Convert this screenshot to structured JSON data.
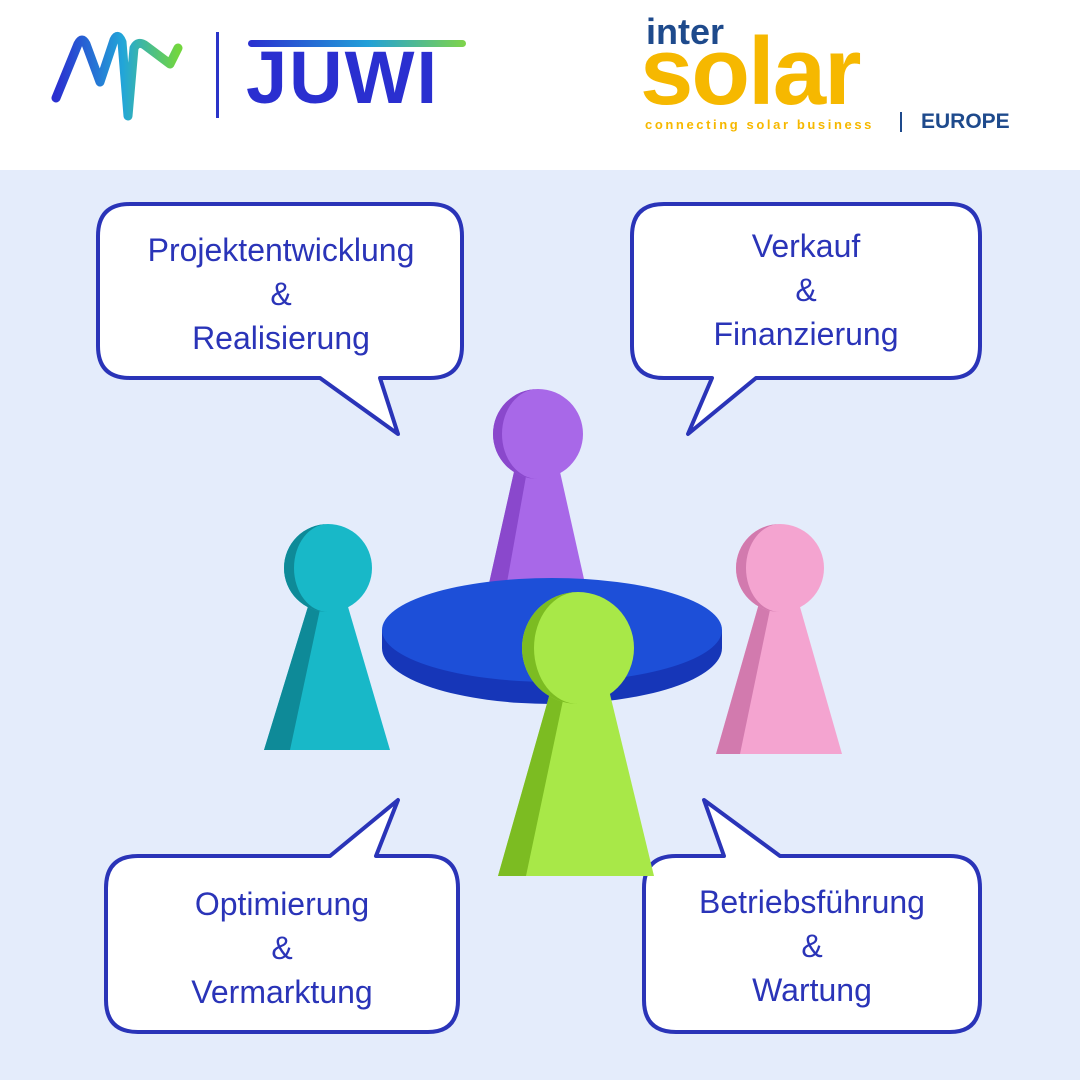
{
  "header": {
    "partner_logo": {
      "icon": "mw-wave-logo-icon",
      "wordmark": "JUWI"
    },
    "event_logo": {
      "prefix": "inter",
      "name": "solar",
      "tagline": "connecting solar business",
      "region": "EUROPE"
    }
  },
  "bubbles": {
    "top_left": {
      "line1": "Projektentwicklung",
      "line2": "&",
      "line3": "Realisierung"
    },
    "top_right": {
      "line1": "Verkauf",
      "line2": "&",
      "line3": "Finanzierung"
    },
    "bottom_left": {
      "line1": "Optimierung",
      "line2": "&",
      "line3": "Vermarktung"
    },
    "bottom_right": {
      "line1": "Betriebsführung",
      "line2": "&",
      "line3": "Wartung"
    }
  },
  "colors": {
    "background": "#e4ecfb",
    "bubble_border": "#2a34b8",
    "bubble_text": "#2a34b8",
    "table": "#1d4fd8",
    "figure_purple": "#a868e8",
    "figure_teal": "#18b8c8",
    "figure_pink": "#f4a4d0",
    "figure_green": "#a8e848",
    "juwi_blue": "#2a2fd0",
    "intersolar_yellow": "#f6b800",
    "intersolar_navy": "#1e4a8c"
  }
}
